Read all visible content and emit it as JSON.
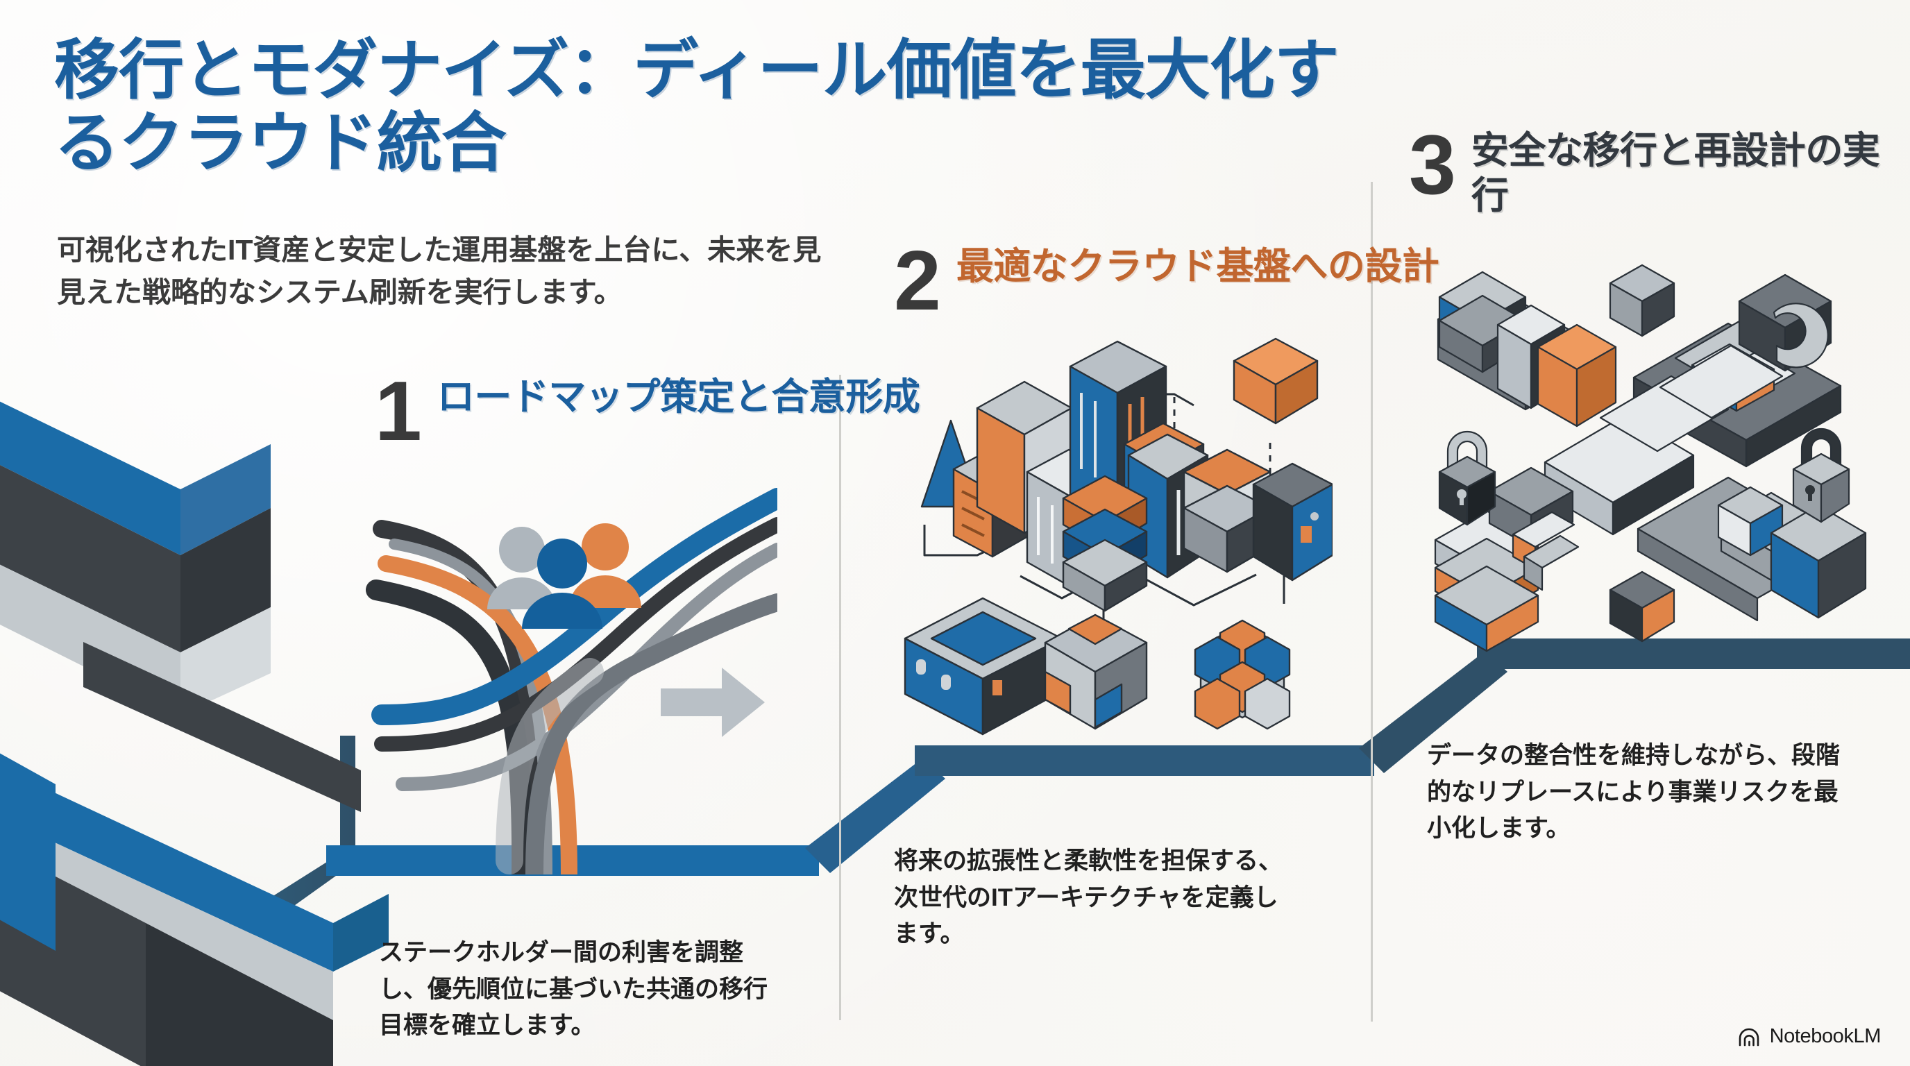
{
  "header": {
    "title": "移行とモダナイズ：ディール価値を最大化するクラウド統合",
    "subtitle": "可視化されたIT資産と安定した運用基盤を上台に、未来を見見えた戦略的なシステム刷新を実行します。"
  },
  "steps": [
    {
      "number": "1",
      "title": "ロードマップ策定と合意形成",
      "description": "ステークホルダー間の利害を調整し、優先順位に基づいた共通の移行目標を確立します。",
      "accent_color": "#1b5f9e",
      "illustration": "converging-roads-stakeholders"
    },
    {
      "number": "2",
      "title": "最適なクラウド基盤への設計",
      "description": "将来の拡張性と柔軟性を担保する、次世代のITアーキテクチャを定義します。",
      "accent_color": "#c1662f",
      "illustration": "isometric-cloud-architecture"
    },
    {
      "number": "3",
      "title": "安全な移行と再設計の実行",
      "description": "データの整合性を維持しながら、段階的なリプレースにより事業リスクを最小化します。",
      "accent_color": "#333940",
      "illustration": "isometric-datacenter-locks"
    }
  ],
  "palette": {
    "background": "#f7f6f3",
    "blue": "#1b6ca8",
    "deep_blue": "#2f5068",
    "orange": "#e08448",
    "charcoal": "#36393d",
    "light_gray": "#c3c9cd",
    "divider": "#cfcfcb"
  },
  "watermark": {
    "label": "NotebookLM",
    "icon": "notebooklm-spiral-icon"
  }
}
